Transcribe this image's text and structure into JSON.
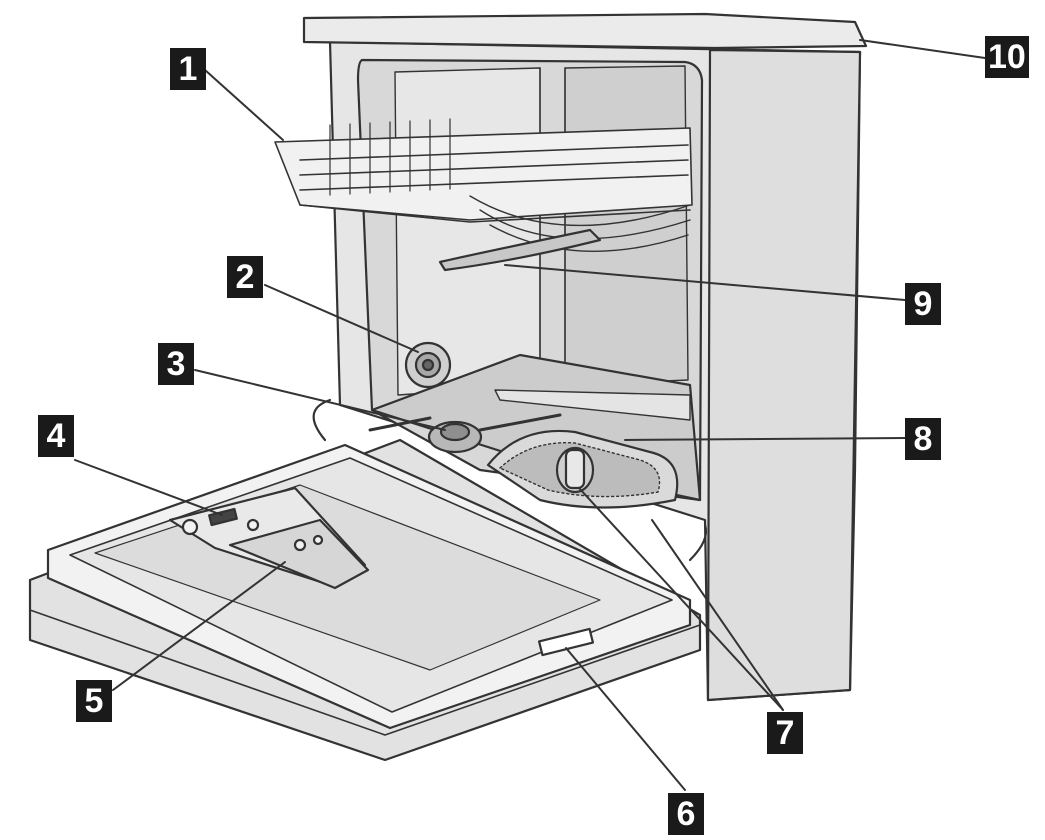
{
  "diagram": {
    "colors": {
      "outline": "#333333",
      "body": "#e2e2e2",
      "cavity": "#dcdcdc",
      "door": "#eeeeee",
      "label_bg": "#1a1a1a",
      "label_text": "#ffffff"
    },
    "callouts": [
      {
        "id": "1",
        "text": "1"
      },
      {
        "id": "2",
        "text": "2"
      },
      {
        "id": "3",
        "text": "3"
      },
      {
        "id": "4",
        "text": "4"
      },
      {
        "id": "5",
        "text": "5"
      },
      {
        "id": "6",
        "text": "6"
      },
      {
        "id": "7",
        "text": "7"
      },
      {
        "id": "8",
        "text": "8"
      },
      {
        "id": "9",
        "text": "9"
      },
      {
        "id": "10",
        "text": "10"
      }
    ]
  }
}
